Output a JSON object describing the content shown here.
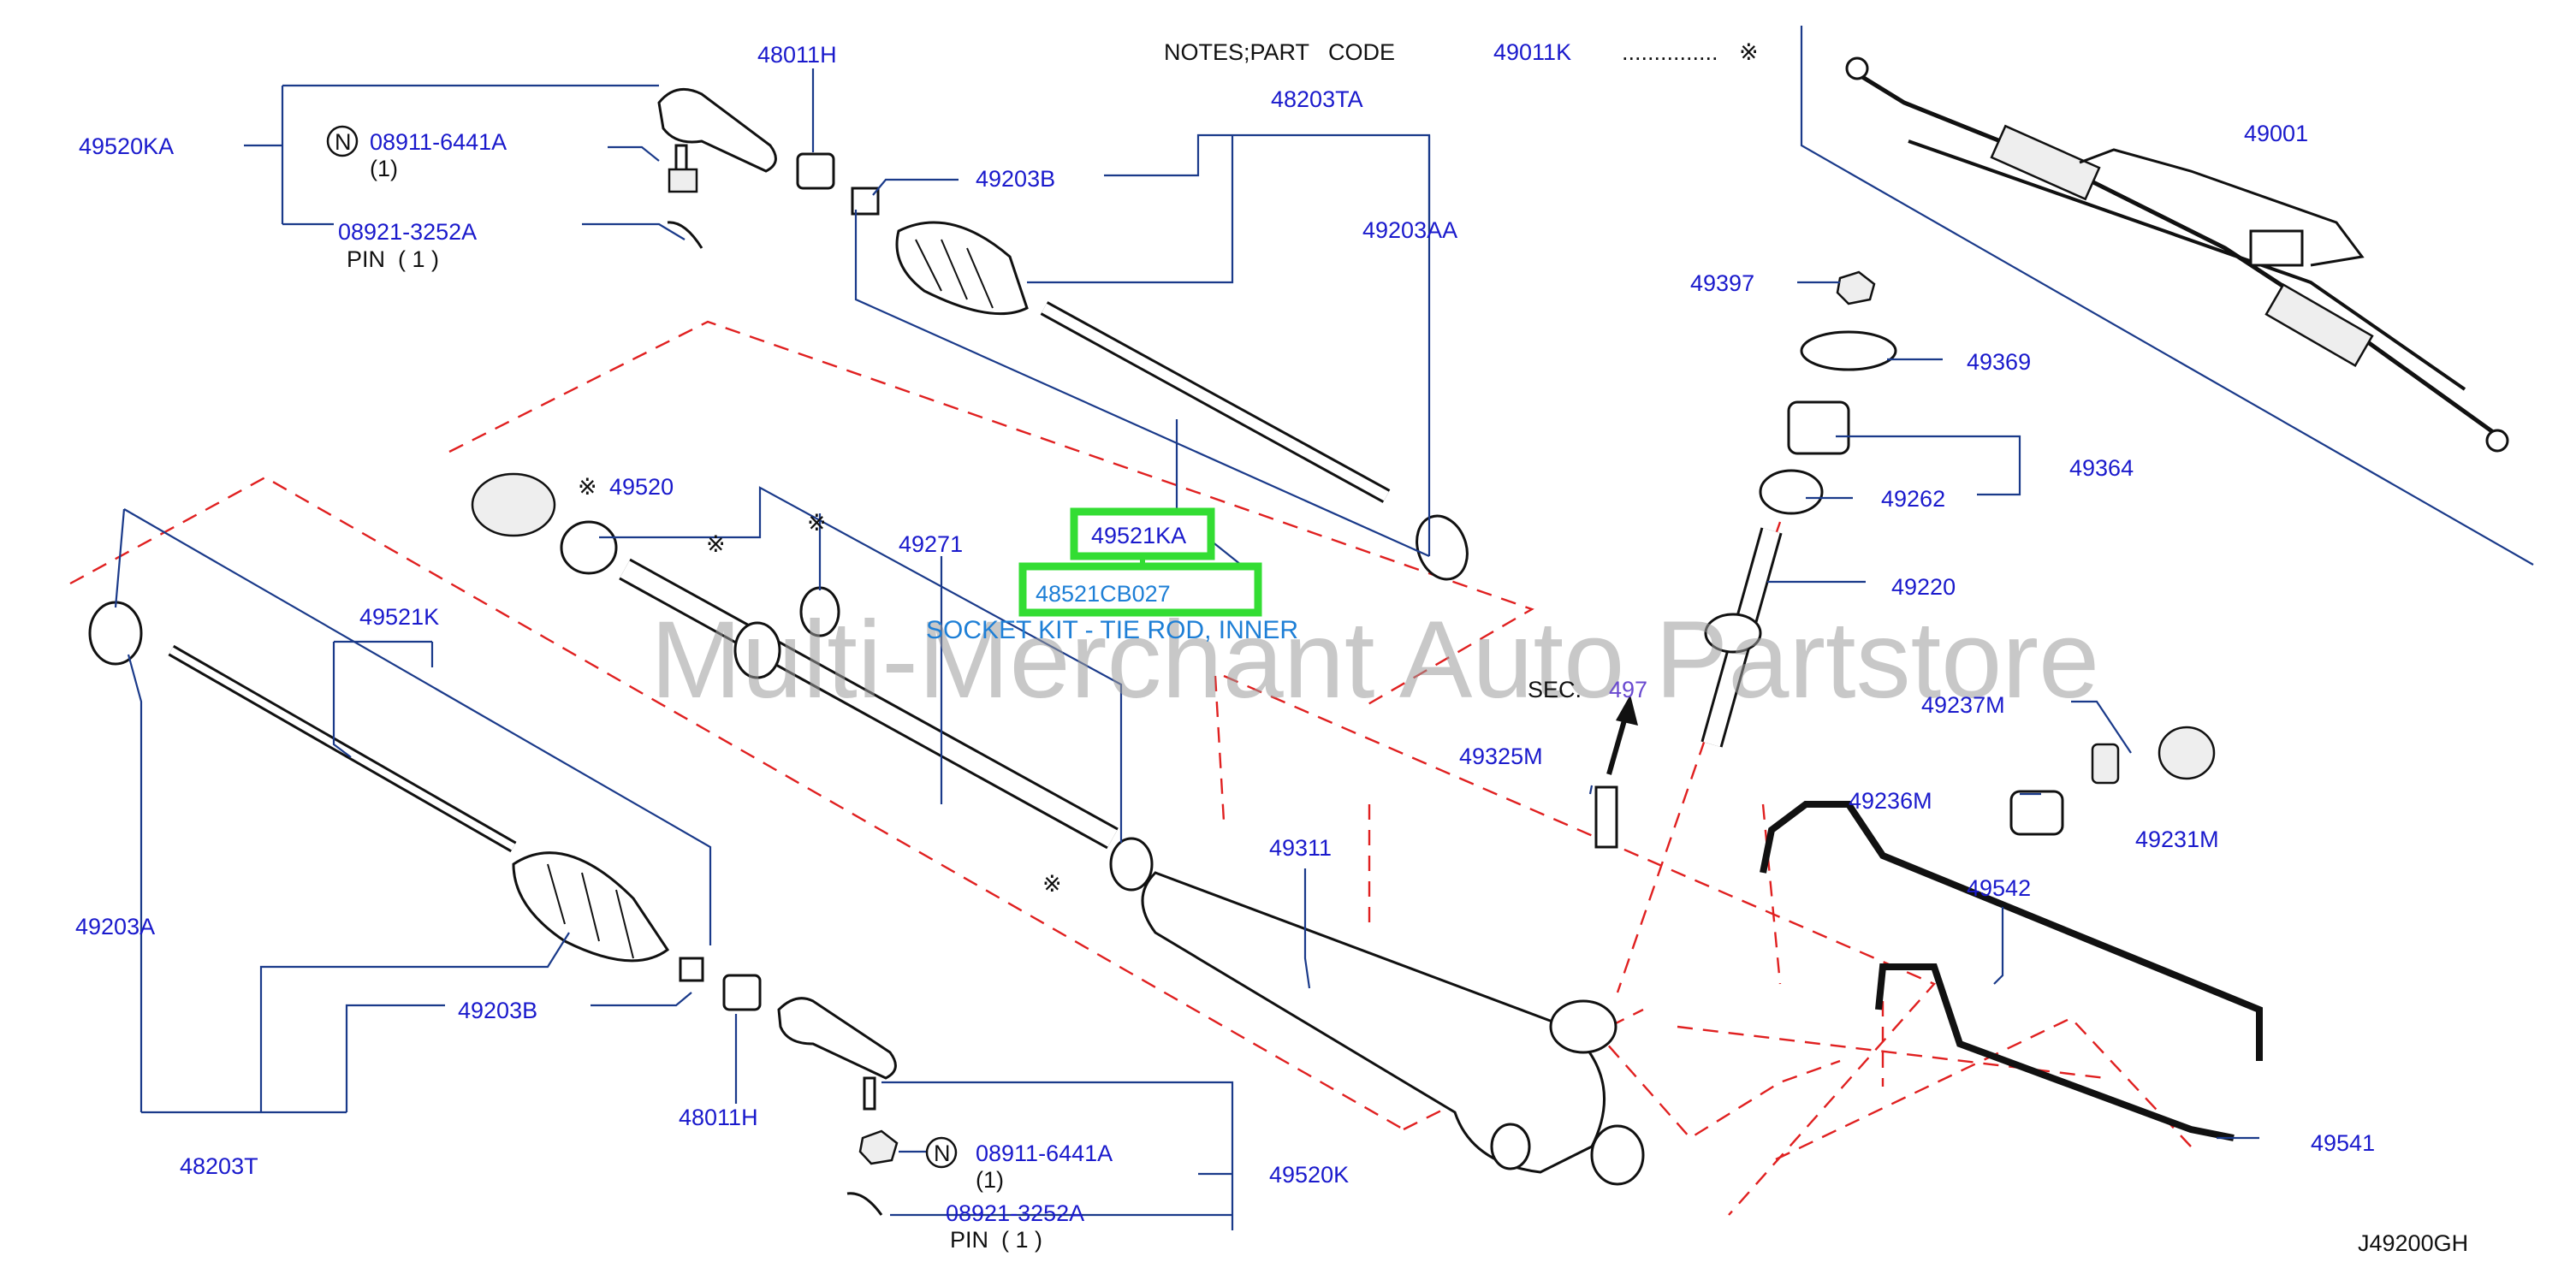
{
  "notes": {
    "title": "NOTES;PART   CODE",
    "code": "49011K",
    "dots": "...............",
    "mark": "※"
  },
  "labels": {
    "p48011H_top": "48011H",
    "p48203TA": "48203TA",
    "p49520KA": "49520KA",
    "p08911_top": "08911-6441A",
    "p08911_top_qty": "(1)",
    "p08921_top": "08921-3252A",
    "pin_top": "PIN  ( 1 )",
    "p49203B_top": "49203B",
    "p49203AA": "49203AA",
    "p49001": "49001",
    "p49397": "49397",
    "p49369": "49369",
    "p49364": "49364",
    "p49262": "49262",
    "p49520": "49520",
    "p49271": "49271",
    "p49521KA": "49521KA",
    "p48521CB027": "48521CB027",
    "socket_kit": "SOCKET KIT - TIE ROD, INNER",
    "p49521K": "49521K",
    "p49220": "49220",
    "sec_label": "SEC.",
    "sec_num": "497",
    "p49237M": "49237M",
    "p49325M": "49325M",
    "p49236M": "49236M",
    "p49231M": "49231M",
    "p49311": "49311",
    "p49542": "49542",
    "p49203A": "49203A",
    "p49203B_bot": "49203B",
    "p48011H_bot": "48011H",
    "p48203T": "48203T",
    "p08911_bot": "08911-6441A",
    "p08911_bot_qty": "(1)",
    "p49520K": "49520K",
    "p08921_bot": "08921-3252A",
    "pin_bot": "PIN  ( 1 )",
    "p49541": "49541",
    "diagram_code": "J49200GH",
    "n_mark": "N",
    "ref_mark": "※"
  },
  "watermark": "Multi-Merchant Auto Partstore",
  "colors": {
    "label_blue": "#1a1acc",
    "highlight_green": "#33dd33",
    "leader_blue": "#1a3a8a",
    "dash_red": "#e02020",
    "socket_kit_blue": "#1e7fd6"
  }
}
